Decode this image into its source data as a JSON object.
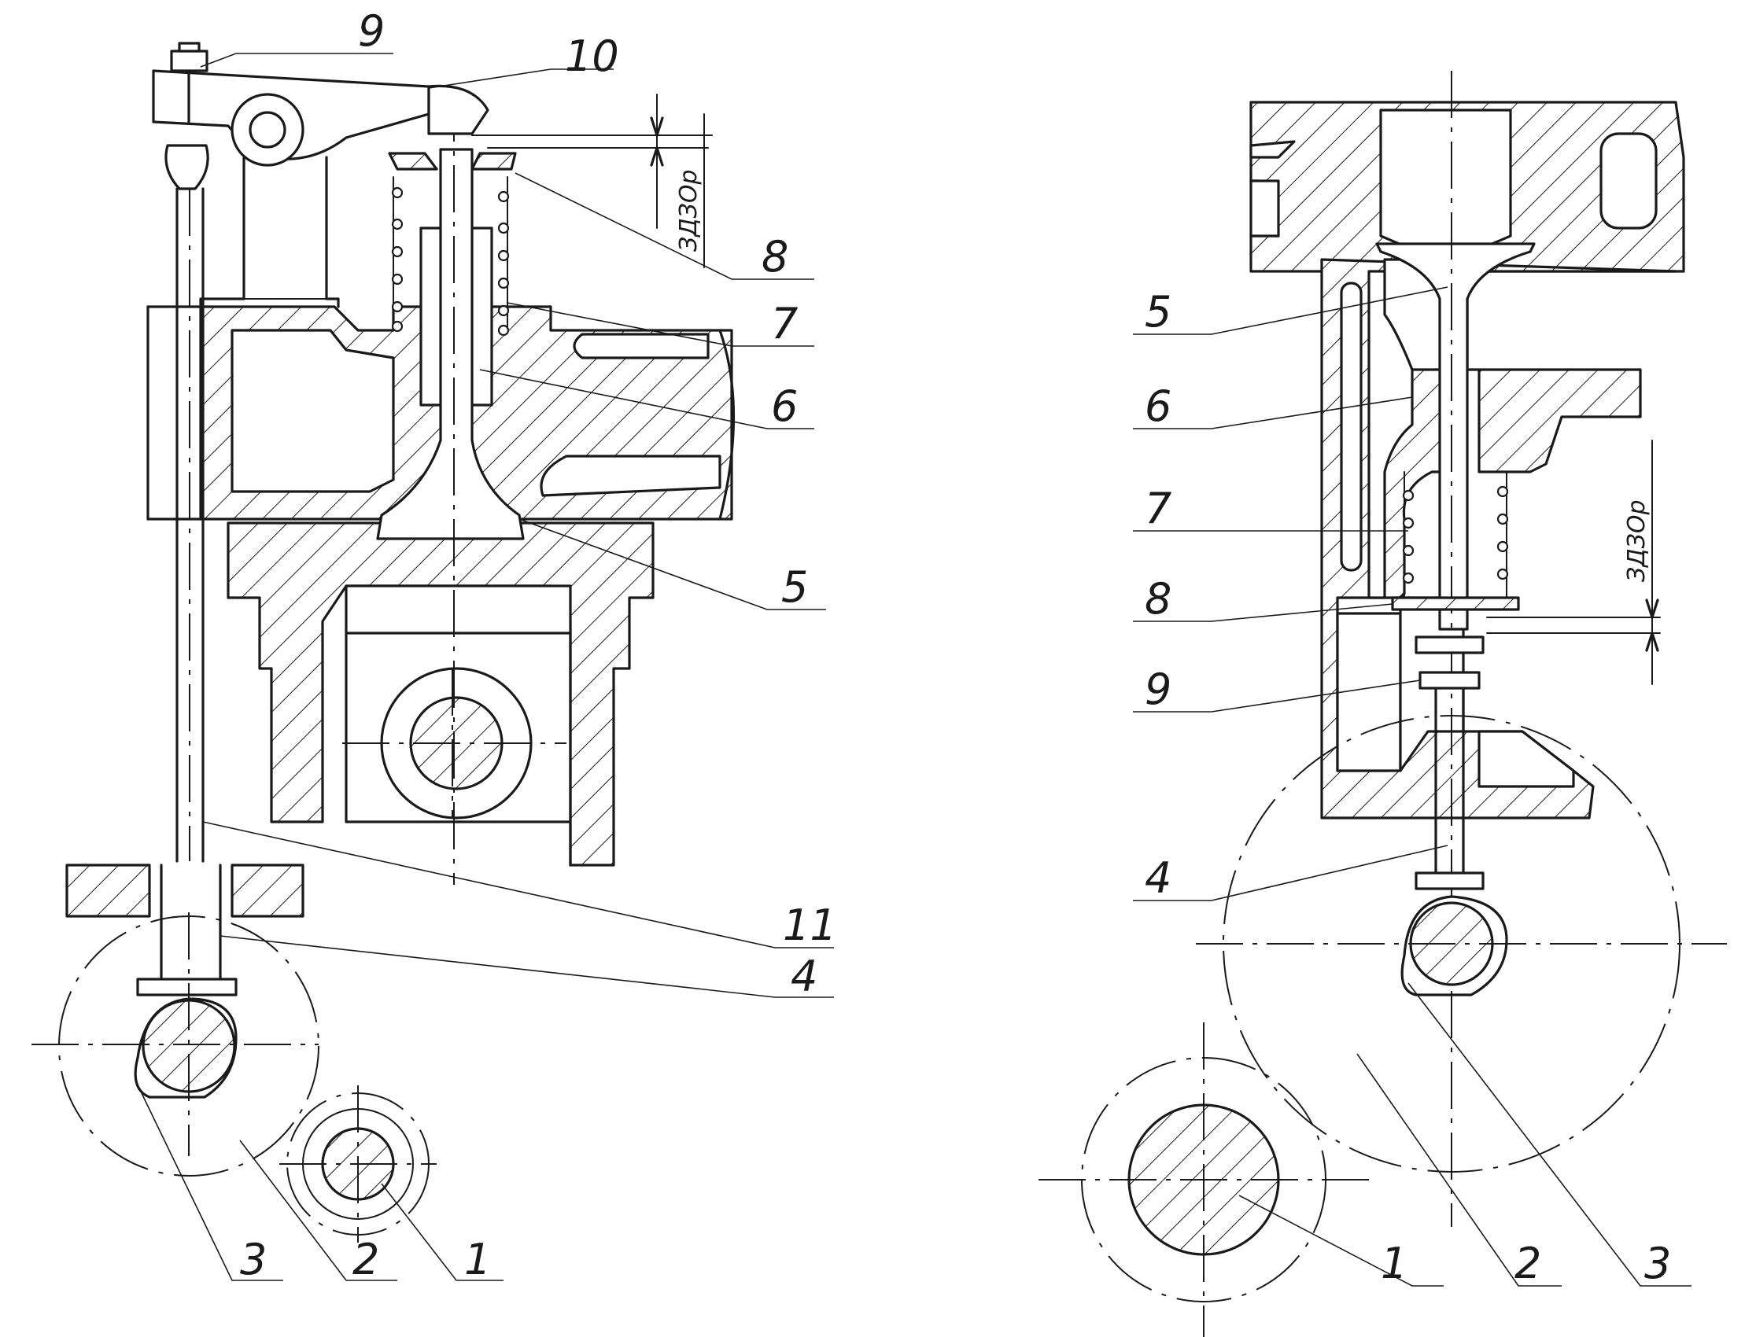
{
  "left": {
    "labels": {
      "l9": "9",
      "l10": "10",
      "l8": "8",
      "l7": "7",
      "l6": "6",
      "l5": "5",
      "l11": "11",
      "l4": "4",
      "l3": "3",
      "l2": "2",
      "l1": "1"
    },
    "clearance": "ЗДЗОр"
  },
  "right": {
    "labels": {
      "l5": "5",
      "l6": "6",
      "l7": "7",
      "l8": "8",
      "l9": "9",
      "l4": "4",
      "l1": "1",
      "l2": "2",
      "l3": "3"
    },
    "clearance": "ЗДЗОр"
  }
}
